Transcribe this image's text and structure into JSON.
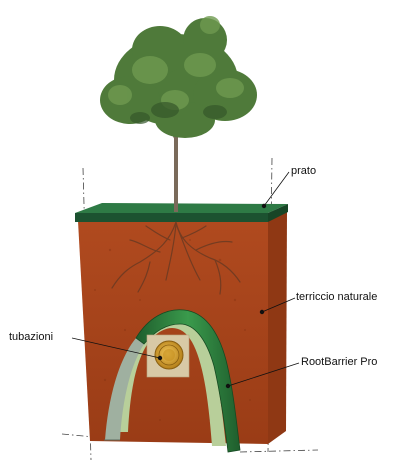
{
  "labels": {
    "lawn": "prato",
    "soil": "terriccio naturale",
    "pipes": "tubazioni",
    "barrier": "RootBarrier Pro"
  },
  "colors": {
    "soil_front": "#b24a1e",
    "soil_side": "#8f3814",
    "lawn_top": "#2e7a45",
    "lawn_edge": "#1c5230",
    "barrier": "#2b7a3c",
    "foliage": "#4f7a3a",
    "pipe": "#d9a52a"
  },
  "icons": [
    "tree-icon",
    "root-system-icon",
    "pipe-icon",
    "root-barrier-icon"
  ]
}
